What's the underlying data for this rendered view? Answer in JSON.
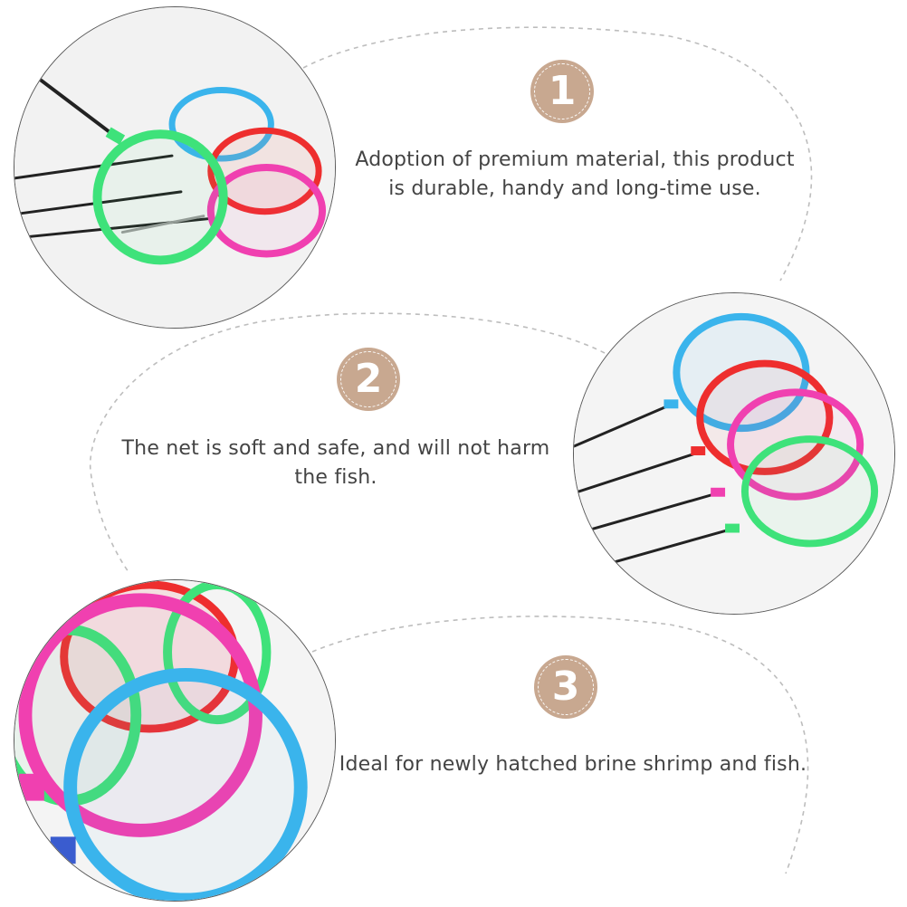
{
  "features": [
    {
      "number": "1",
      "text": "Adoption of premium material, this product is durable, handy and long-time use."
    },
    {
      "number": "2",
      "text": "The net is soft and safe, and will not harm the fish."
    },
    {
      "number": "3",
      "text": "Ideal for newly hatched brine shrimp and fish."
    }
  ],
  "colors": {
    "badge": "#c8a890",
    "text": "#444444",
    "dashed_arc": "#bdbdbd",
    "net_blue": "#3ab4ec",
    "net_red": "#ee2e2e",
    "net_pink": "#f040b0",
    "net_green": "#3ee27a"
  },
  "icons": [
    "number-badge-icon"
  ]
}
